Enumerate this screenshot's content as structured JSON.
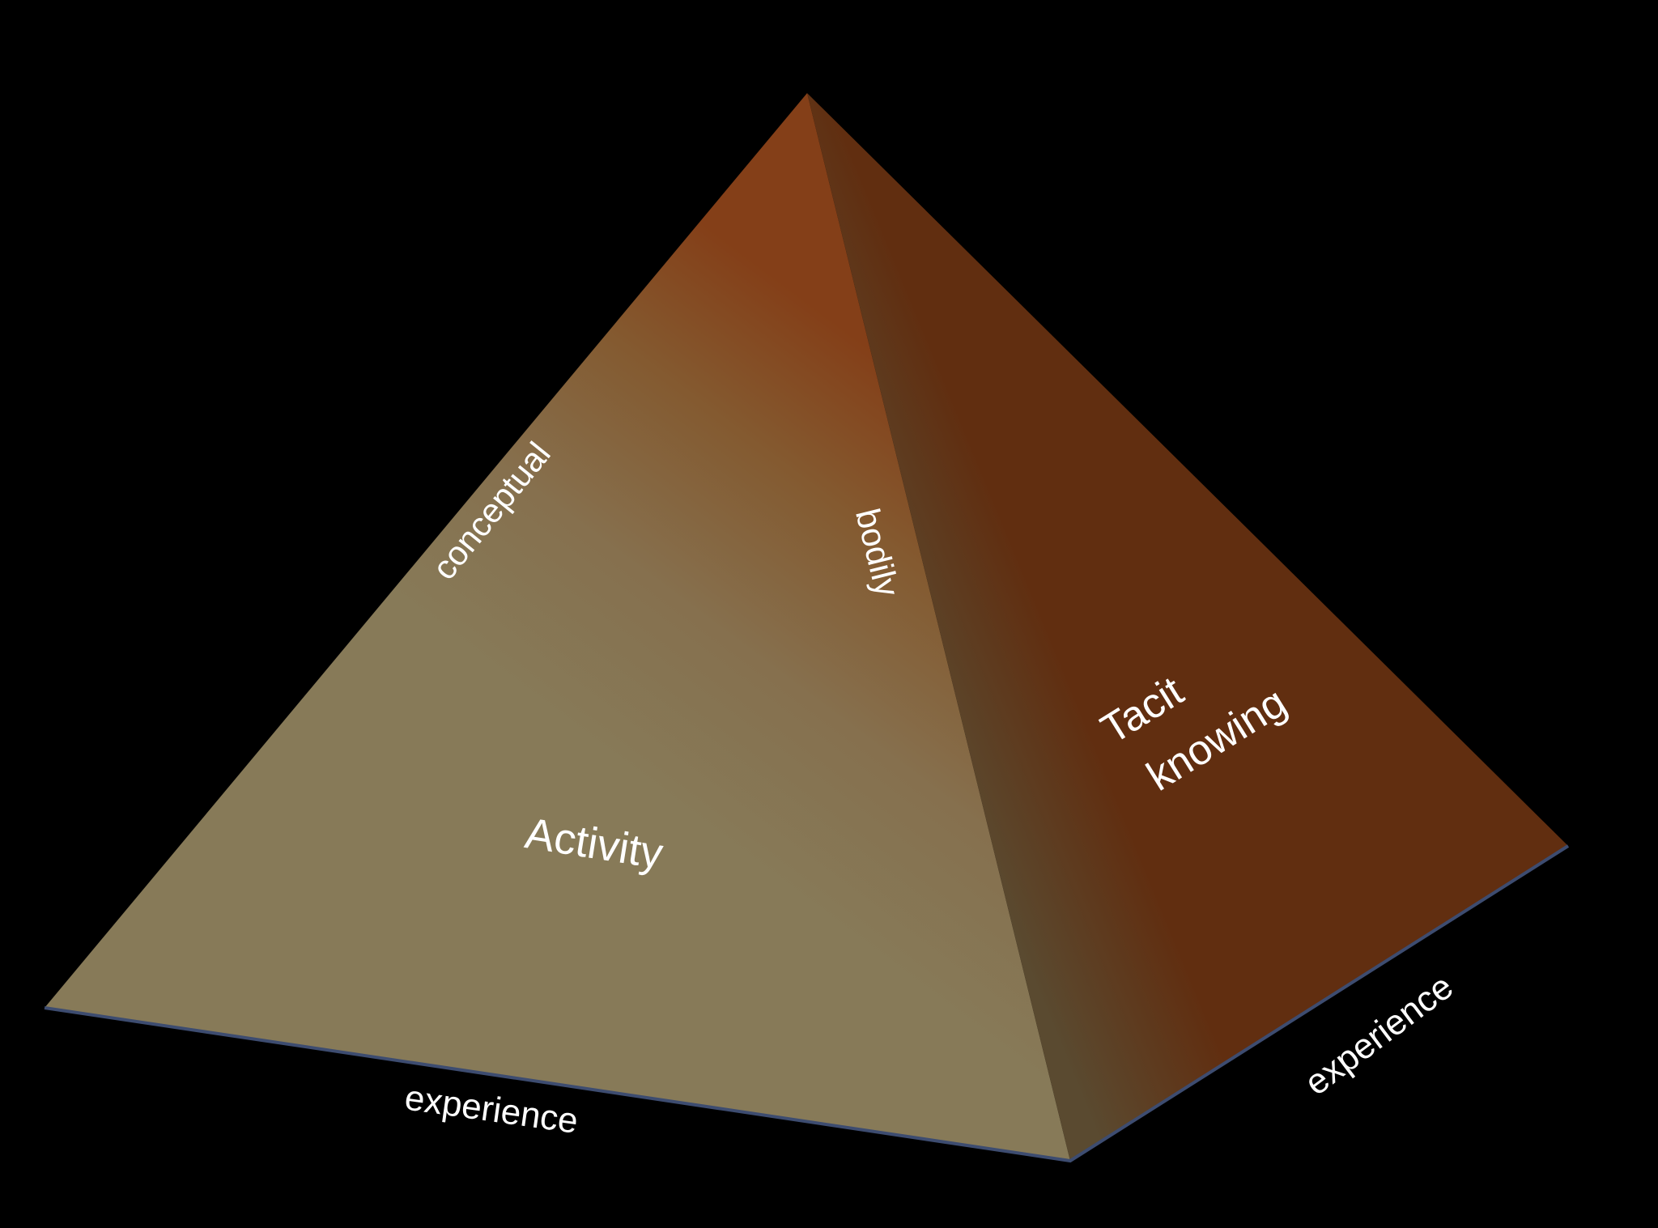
{
  "diagram": {
    "labels": {
      "conceptual": "conceptual",
      "bodily": "bodily",
      "activity": "Activity",
      "tacit_line1": "Tacit",
      "tacit_line2": "knowing",
      "experience_left": "experience",
      "experience_right": "experience"
    },
    "colors": {
      "background": "#000000",
      "left_face_light": "#877a58",
      "left_face_dark": "#843f18",
      "right_face": "#612e10",
      "base_edge": "#3d4c70"
    }
  }
}
